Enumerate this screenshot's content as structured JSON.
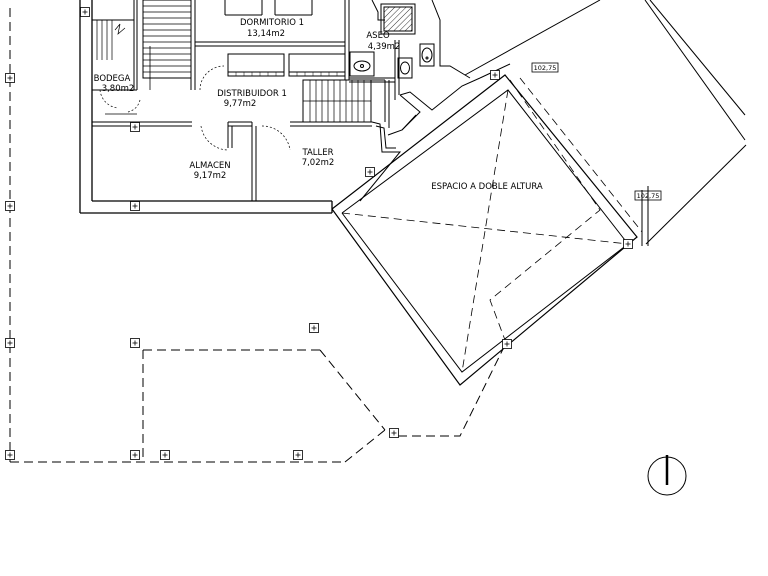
{
  "rooms": [
    {
      "name": "DORMITORIO 1",
      "area": "13,14m2"
    },
    {
      "name": "ASEO",
      "area": "4,39m2"
    },
    {
      "name": "BODEGA",
      "area": "3,80m2"
    },
    {
      "name": "DISTRIBUIDOR 1",
      "area": "9,77m2"
    },
    {
      "name": "TALLER",
      "area": "7,02m2"
    },
    {
      "name": "ALMACEN",
      "area": "9,17m2"
    }
  ],
  "double_height": "ESPACIO A DOBLE ALTURA",
  "level_tags": [
    "102,75",
    "102,75"
  ],
  "colors": {
    "line": "#000000",
    "background": "#ffffff"
  },
  "icons": [
    "north-arrow-icon",
    "column-marker-icon",
    "toilet-icon",
    "washbasin-icon",
    "shower-icon"
  ]
}
